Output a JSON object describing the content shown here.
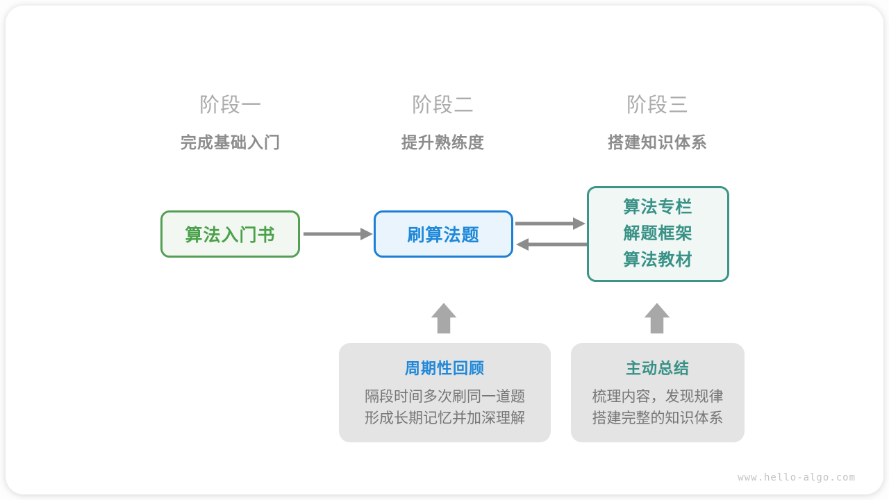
{
  "page": {
    "watermark": "www.hello-algo.com"
  },
  "stages": [
    {
      "label": "阶段一",
      "subtitle": "完成基础入门"
    },
    {
      "label": "阶段二",
      "subtitle": "提升熟练度"
    },
    {
      "label": "阶段三",
      "subtitle": "搭建知识体系"
    }
  ],
  "nodes": {
    "intro": {
      "label": "算法入门书"
    },
    "practice": {
      "label": "刷算法题"
    },
    "advanced": {
      "lines": [
        "算法专栏",
        "解题框架",
        "算法教材"
      ]
    }
  },
  "callouts": [
    {
      "title": "周期性回顾",
      "lines": [
        "隔段时间多次刷同一道题",
        "形成长期记忆并加深理解"
      ]
    },
    {
      "title": "主动总结",
      "lines": [
        "梳理内容，发现规律",
        "搭建完整的知识体系"
      ]
    }
  ],
  "colors": {
    "green_border": "#559e55",
    "green_text": "#4ba14b",
    "green_bg": "#f2f8f1",
    "blue_border": "#1c7fd5",
    "blue_text": "#1e88d9",
    "blue_bg": "#eaf4fc",
    "teal_border": "#3d9487",
    "teal_text": "#389186",
    "teal_bg": "#f0f7f5",
    "flow_arrow": "#8c8c8c",
    "block_arrow": "#a8a8a8",
    "callout_bg": "#e4e4e4",
    "callout_body_text": "#767676",
    "stage_label": "#ababab",
    "stage_subtitle": "#8c8c8c",
    "watermark": "#c4c4c4"
  }
}
